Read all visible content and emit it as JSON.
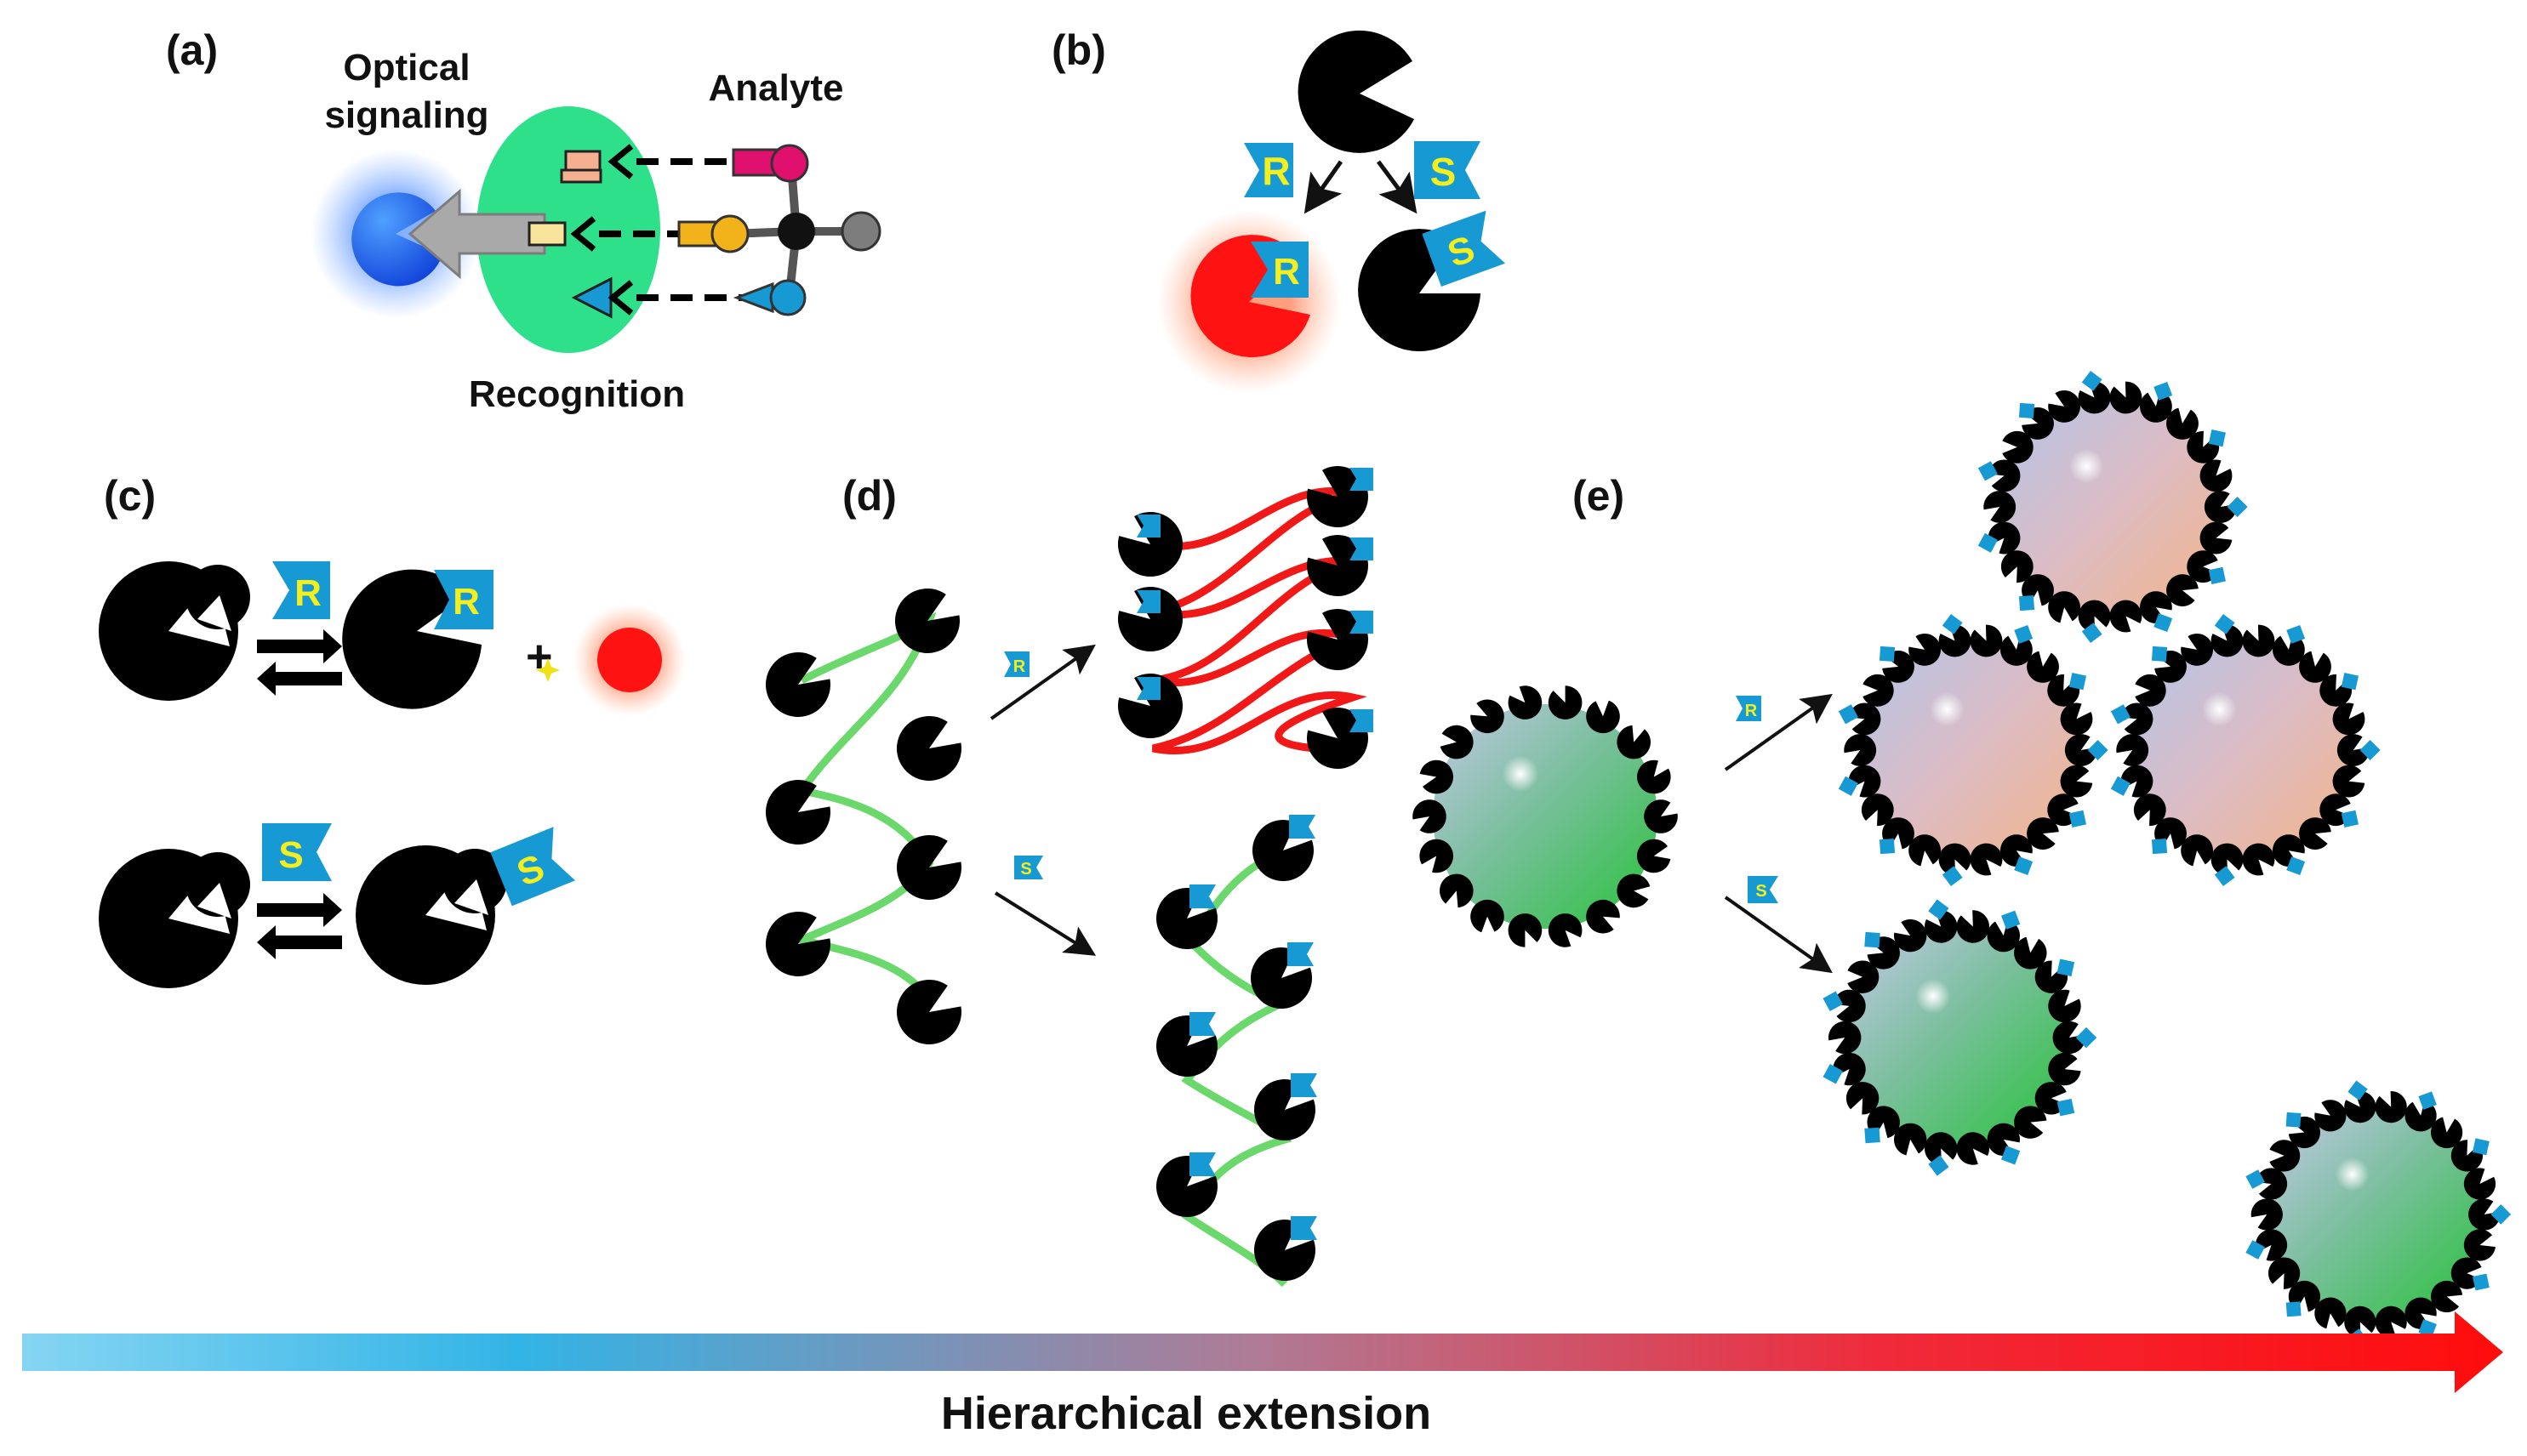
{
  "panels": {
    "a": "(a)",
    "b": "(b)",
    "c": "(c)",
    "d": "(d)",
    "e": "(e)"
  },
  "panel_a": {
    "optical_line1": "Optical",
    "optical_line2": "signaling",
    "analyte": "Analyte",
    "recognition": "Recognition"
  },
  "enantiomers": {
    "r": "R",
    "s": "S"
  },
  "plus": "+",
  "axis_label": "Hierarchical extension",
  "colors": {
    "host": "#000000",
    "recognition": "#2fe08a",
    "signal_blue": "#1a5fe0",
    "signal_red": "#ff1212",
    "tag": "#1799d4",
    "tag_text": "#f3ee1e",
    "green_linker": "#6ad86a",
    "red_linker": "#f11818",
    "arrow_start": "#7fd3f0",
    "arrow_end": "#ff1010"
  },
  "icons": [
    "host-pacman-icon",
    "r-enantiomer-flag-icon",
    "s-enantiomer-flag-icon",
    "nanoparticle-icon",
    "equilibrium-arrows-icon"
  ]
}
